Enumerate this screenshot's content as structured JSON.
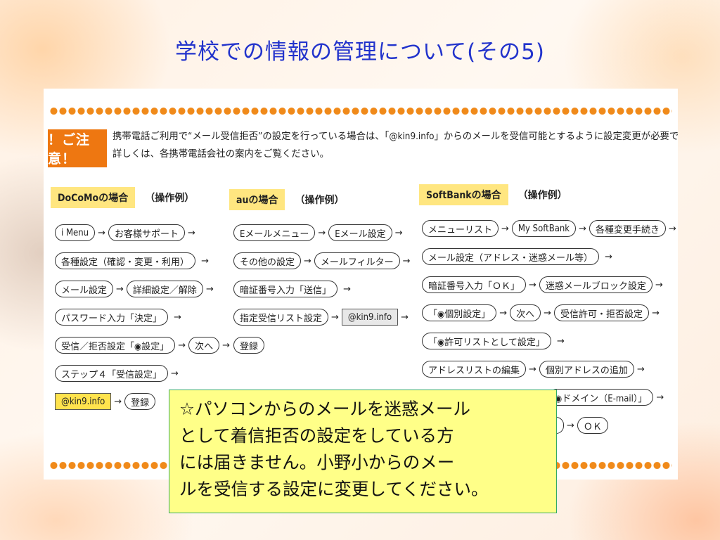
{
  "title": "学校での情報の管理について(その5)",
  "caution": {
    "badge": "！ご注意！",
    "line1": "携帯電話ご利用で“メール受信拒否”の設定を行っている場合は、「@kin9.info」からのメールを受信可能とするように設定変更が必要です。",
    "line2": "詳しくは、各携帯電話会社の案内をご覧ください。"
  },
  "carriers": {
    "docomo": {
      "label": "DoCoMoの場合",
      "note": "（操作例）",
      "rows": [
        [
          "i Menu",
          "お客様サポート",
          ""
        ],
        [
          "各種設定（確認・変更・利用）",
          ""
        ],
        [
          "メール設定",
          "詳細設定／解除",
          ""
        ],
        [
          "パスワード入力「決定」",
          ""
        ],
        [
          "受信／拒否設定「◉設定」",
          "次へ",
          ""
        ],
        [
          "ステップ４「受信設定」",
          ""
        ],
        [
          "@kin9.info",
          "登録"
        ]
      ]
    },
    "au": {
      "label": "auの場合",
      "note": "（操作例）",
      "rows": [
        [
          "Eメールメニュー",
          "Eメール設定",
          ""
        ],
        [
          "その他の設定",
          "メールフィルター",
          ""
        ],
        [
          "暗証番号入力「送信」",
          ""
        ],
        [
          "指定受信リスト設定",
          "@kin9.info",
          ""
        ],
        [
          "登録"
        ]
      ]
    },
    "softbank": {
      "label": "SoftBankの場合",
      "note": "（操作例）",
      "rows": [
        [
          "メニューリスト",
          "My SoftBank",
          "各種変更手続き",
          ""
        ],
        [
          "メール設定（アドレス・迷惑メール等）",
          ""
        ],
        [
          "暗証番号入力「ＯＫ」",
          "迷惑メールブロック設定",
          ""
        ],
        [
          "「◉個別設定」",
          "次へ",
          "受信許可・拒否設定",
          ""
        ],
        [
          "「◉許可リストとして設定」",
          ""
        ],
        [
          "アドレスリストの編集",
          "個別アドレスの追加",
          ""
        ],
        [
          "◉ドメイン（E-mail）」",
          ""
        ],
        [
          "",
          "ＯＫ"
        ]
      ]
    }
  },
  "notice": {
    "line1": "☆パソコンからのメールを迷惑メール",
    "line2": "として着信拒否の設定をしている方",
    "line3": "には届きません。小野小からのメー",
    "line4": "ルを受信する設定に変更してください。"
  },
  "colors": {
    "title": "#2233cc",
    "accent": "#ee7711",
    "label_bg": "#ffe680",
    "highlight": "#ffe34d",
    "notice_bg": "#ffff88",
    "notice_border": "#33aa66"
  }
}
